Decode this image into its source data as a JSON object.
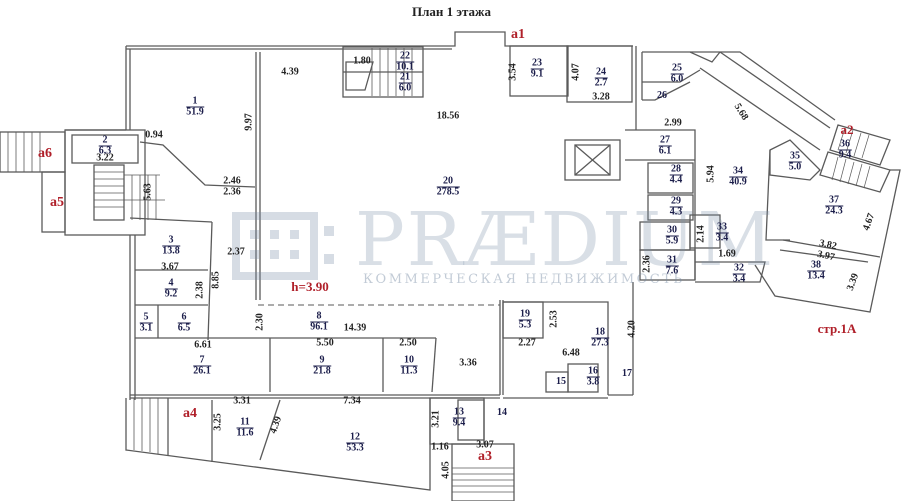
{
  "title": "План 1 этажа",
  "building_label": "стр.1А",
  "ceiling_height": "h=3.90",
  "watermark": {
    "brand": "PRÆDIUM",
    "tagline": "КОММЕРЧЕСКАЯ НЕДВИЖИМОСТЬ"
  },
  "entrances": [
    {
      "id": "a1",
      "label": "а1"
    },
    {
      "id": "a2",
      "label": "а2"
    },
    {
      "id": "a3",
      "label": "а3"
    },
    {
      "id": "a4",
      "label": "а4"
    },
    {
      "id": "a5",
      "label": "а5"
    },
    {
      "id": "a6",
      "label": "а6"
    }
  ],
  "rooms": [
    {
      "num": "1",
      "area": "51.9"
    },
    {
      "num": "2",
      "area": "6.3"
    },
    {
      "num": "3",
      "area": "13.8"
    },
    {
      "num": "4",
      "area": "9.2"
    },
    {
      "num": "5",
      "area": "3.1"
    },
    {
      "num": "6",
      "area": "6.5"
    },
    {
      "num": "7",
      "area": "26.1"
    },
    {
      "num": "8",
      "area": "96.1"
    },
    {
      "num": "9",
      "area": "21.8"
    },
    {
      "num": "10",
      "area": "11.3"
    },
    {
      "num": "11",
      "area": "11.6"
    },
    {
      "num": "12",
      "area": "53.3"
    },
    {
      "num": "13",
      "area": "9.4"
    },
    {
      "num": "14",
      "area": ""
    },
    {
      "num": "15",
      "area": ""
    },
    {
      "num": "16",
      "area": "3.8"
    },
    {
      "num": "17",
      "area": ""
    },
    {
      "num": "18",
      "area": "27.3"
    },
    {
      "num": "19",
      "area": "5.3"
    },
    {
      "num": "20",
      "area": "278.5"
    },
    {
      "num": "21",
      "area": "6.0"
    },
    {
      "num": "22",
      "area": "10.1"
    },
    {
      "num": "23",
      "area": "9.1"
    },
    {
      "num": "24",
      "area": "2.7"
    },
    {
      "num": "25",
      "area": "6.0"
    },
    {
      "num": "26",
      "area": ""
    },
    {
      "num": "27",
      "area": "6.1"
    },
    {
      "num": "28",
      "area": "4.4"
    },
    {
      "num": "29",
      "area": "4.3"
    },
    {
      "num": "30",
      "area": "5.9"
    },
    {
      "num": "31",
      "area": "7.6"
    },
    {
      "num": "32",
      "area": "3.4"
    },
    {
      "num": "33",
      "area": "3.4"
    },
    {
      "num": "34",
      "area": "40.9"
    },
    {
      "num": "35",
      "area": "5.0"
    },
    {
      "num": "36",
      "area": "9.4"
    },
    {
      "num": "37",
      "area": "24.3"
    },
    {
      "num": "38",
      "area": "13.4"
    }
  ],
  "dimensions": {
    "d_4_39": "4.39",
    "d_1_80": "1.80",
    "d_18_56": "18.56",
    "d_9_97": "9.97",
    "d_0_94": "0.94",
    "d_3_22": "3.22",
    "d_2_46": "2.46",
    "d_2_36a": "2.36",
    "d_5_63": "5.63",
    "d_3_54": "3.54",
    "d_4_07": "4.07",
    "d_3_28": "3.28",
    "d_2_99": "2.99",
    "d_5_68": "5.68",
    "d_5_94": "5.94",
    "d_2_14": "2.14",
    "d_1_69": "1.69",
    "d_2_36b": "2.36",
    "d_4_67": "4.67",
    "d_3_82": "3.82",
    "d_3_97": "3.97",
    "d_3_39": "3.39",
    "d_2_37": "2.37",
    "d_3_67": "3.67",
    "d_8_85": "8.85",
    "d_2_38": "2.38",
    "d_2_30": "2.30",
    "d_14_39": "14.39",
    "d_6_61": "6.61",
    "d_5_50": "5.50",
    "d_2_50": "2.50",
    "d_3_36": "3.36",
    "d_2_53": "2.53",
    "d_2_27": "2.27",
    "d_6_48": "6.48",
    "d_4_20": "4.20",
    "d_3_31": "3.31",
    "d_7_34": "7.34",
    "d_3_25": "3.25",
    "d_4_39b": "4.39",
    "d_3_21": "3.21",
    "d_1_16": "1.16",
    "d_3_07": "3.07",
    "d_4_05": "4.05"
  },
  "colors": {
    "wall": "#5a5a5a",
    "room_text": "#1b1d4a",
    "entrance_text": "#b0202a",
    "watermark": "#8ca0b8"
  }
}
